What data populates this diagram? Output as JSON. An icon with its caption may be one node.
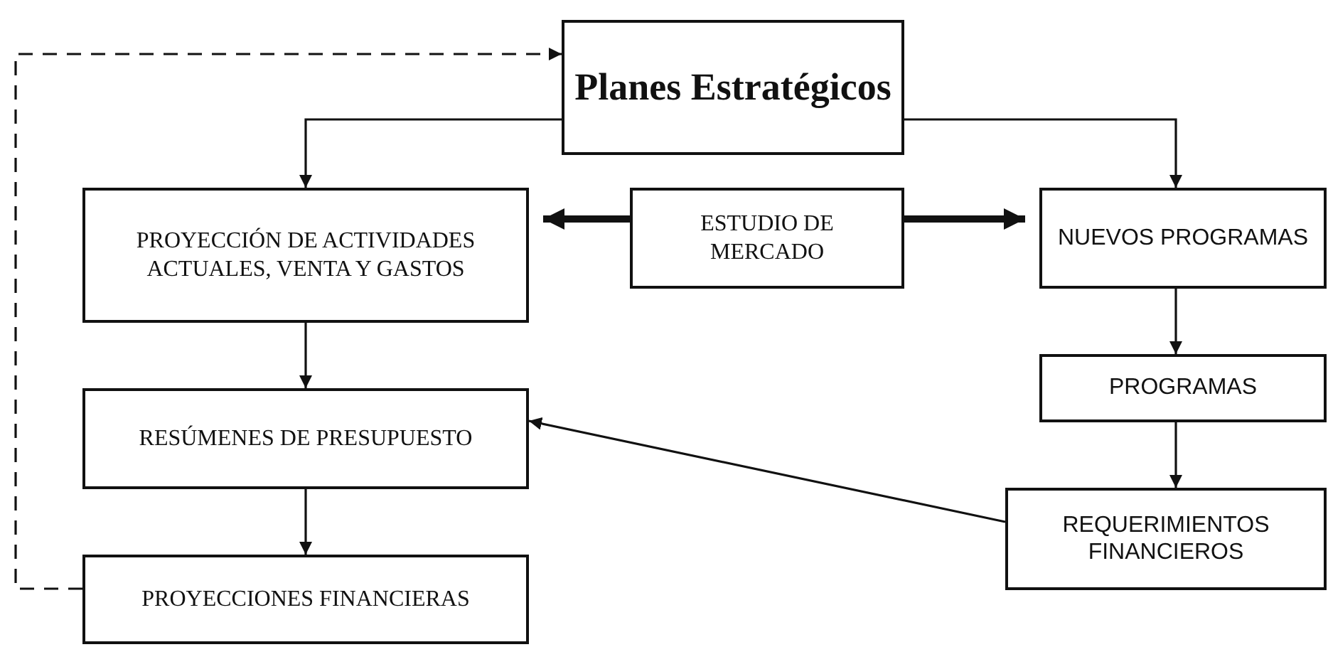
{
  "diagram": {
    "nodes": [
      {
        "text": [
          "Planes Estratégicos"
        ]
      },
      {
        "text": [
          "PROYECCIÓN DE ACTIVIDADES ACTUALES, VENTA Y GASTOS"
        ]
      },
      {
        "text": [
          "ESTUDIO DE MERCADO"
        ]
      },
      {
        "text": [
          "NUEVOS PROGRAMAS"
        ]
      },
      {
        "text": [
          "RESÚMENES DE PRESUPUESTO"
        ]
      },
      {
        "text": [
          "PROGRAMAS"
        ]
      },
      {
        "text": [
          "REQUERIMIENTOS FINANCIEROS"
        ]
      },
      {
        "text": [
          "PROYECCIONES FINANCIERAS"
        ]
      }
    ],
    "edges": [
      {
        "from": 0,
        "to": 1,
        "arrow": "to"
      },
      {
        "from": 0,
        "to": 3,
        "arrow": "to"
      },
      {
        "from": 2,
        "to": 1,
        "arrow": "to",
        "style": "thick"
      },
      {
        "from": 2,
        "to": 3,
        "arrow": "to",
        "style": "thick"
      },
      {
        "from": 1,
        "to": 4,
        "arrow": "to"
      },
      {
        "from": 4,
        "to": 7,
        "arrow": "to"
      },
      {
        "from": 3,
        "to": 5,
        "arrow": "to"
      },
      {
        "from": 5,
        "to": 6,
        "arrow": "to"
      },
      {
        "from": 6,
        "to": 4,
        "arrow": "to"
      },
      {
        "from": 7,
        "to": 0,
        "arrow": "to",
        "style": "dashed"
      }
    ]
  }
}
